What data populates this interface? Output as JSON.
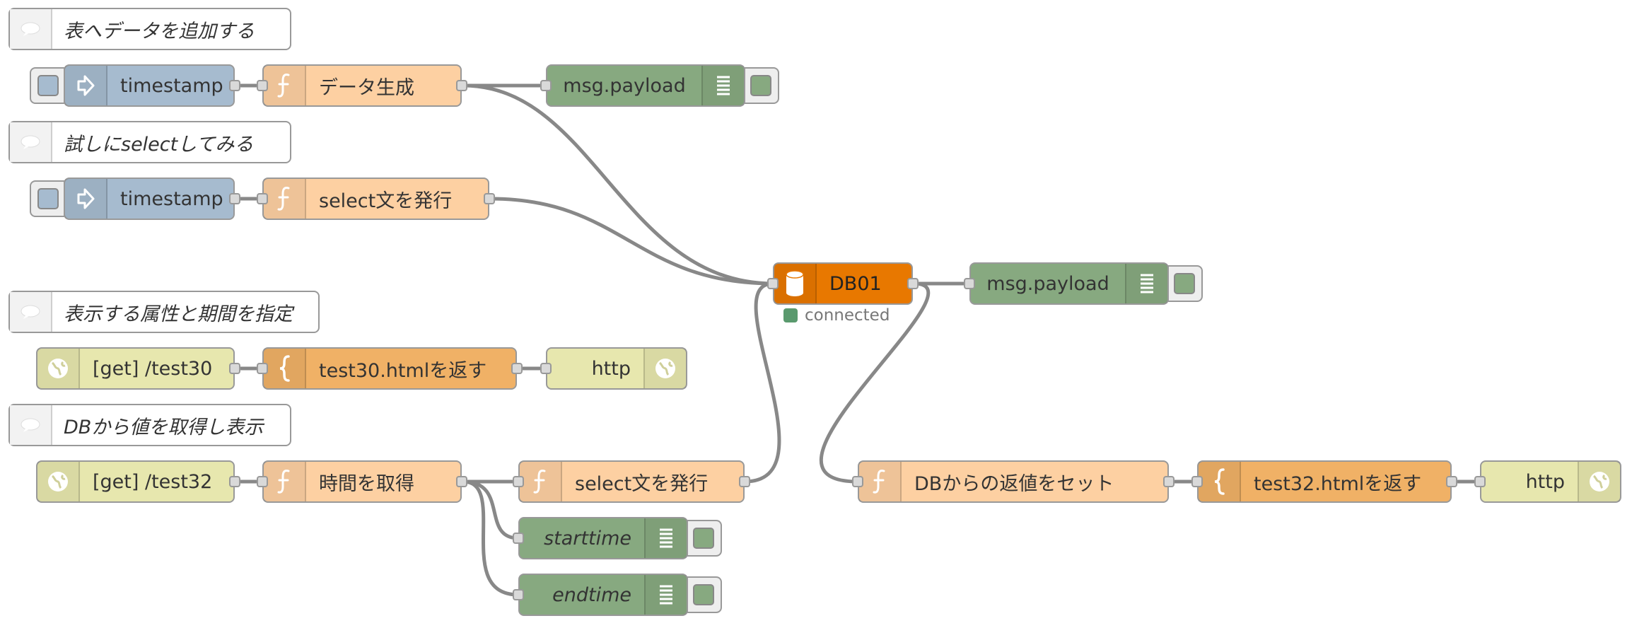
{
  "comments": {
    "add_data": "表へデータを追加する",
    "try_select": "試しにselectしてみる",
    "attr_period": "表示する属性と期間を指定",
    "db_get_show": "DBから値を取得し表示"
  },
  "nodes": {
    "inject1": "timestamp",
    "func_gen": "データ生成",
    "debug1": "msg.payload",
    "inject2": "timestamp",
    "func_select1": "select文を発行",
    "db": "DB01",
    "db_status": "connected",
    "debug_db": "msg.payload",
    "http_in30": "[get] /test30",
    "template30": "test30.htmlを返す",
    "http_resp30": "http",
    "http_in32": "[get] /test32",
    "func_time": "時間を取得",
    "func_select2": "select文を発行",
    "debug_start": "starttime",
    "debug_end": "endtime",
    "func_set": "DBからの返値をセット",
    "template32": "test32.htmlを返す",
    "http_resp32": "http"
  },
  "icons": {
    "comment": "speech-bubble-icon",
    "inject": "arrow-in-icon",
    "function": "function-icon",
    "debug": "list-icon",
    "template": "brace-icon",
    "http": "globe-icon",
    "db": "database-icon"
  },
  "colors": {
    "inject": "#a6bbcf",
    "function": "#fdd0a2",
    "debug": "#87a980",
    "template": "#f0b166",
    "http": "#e7e7ae",
    "db": "#e87800",
    "status_connected": "#5a9a6e"
  }
}
